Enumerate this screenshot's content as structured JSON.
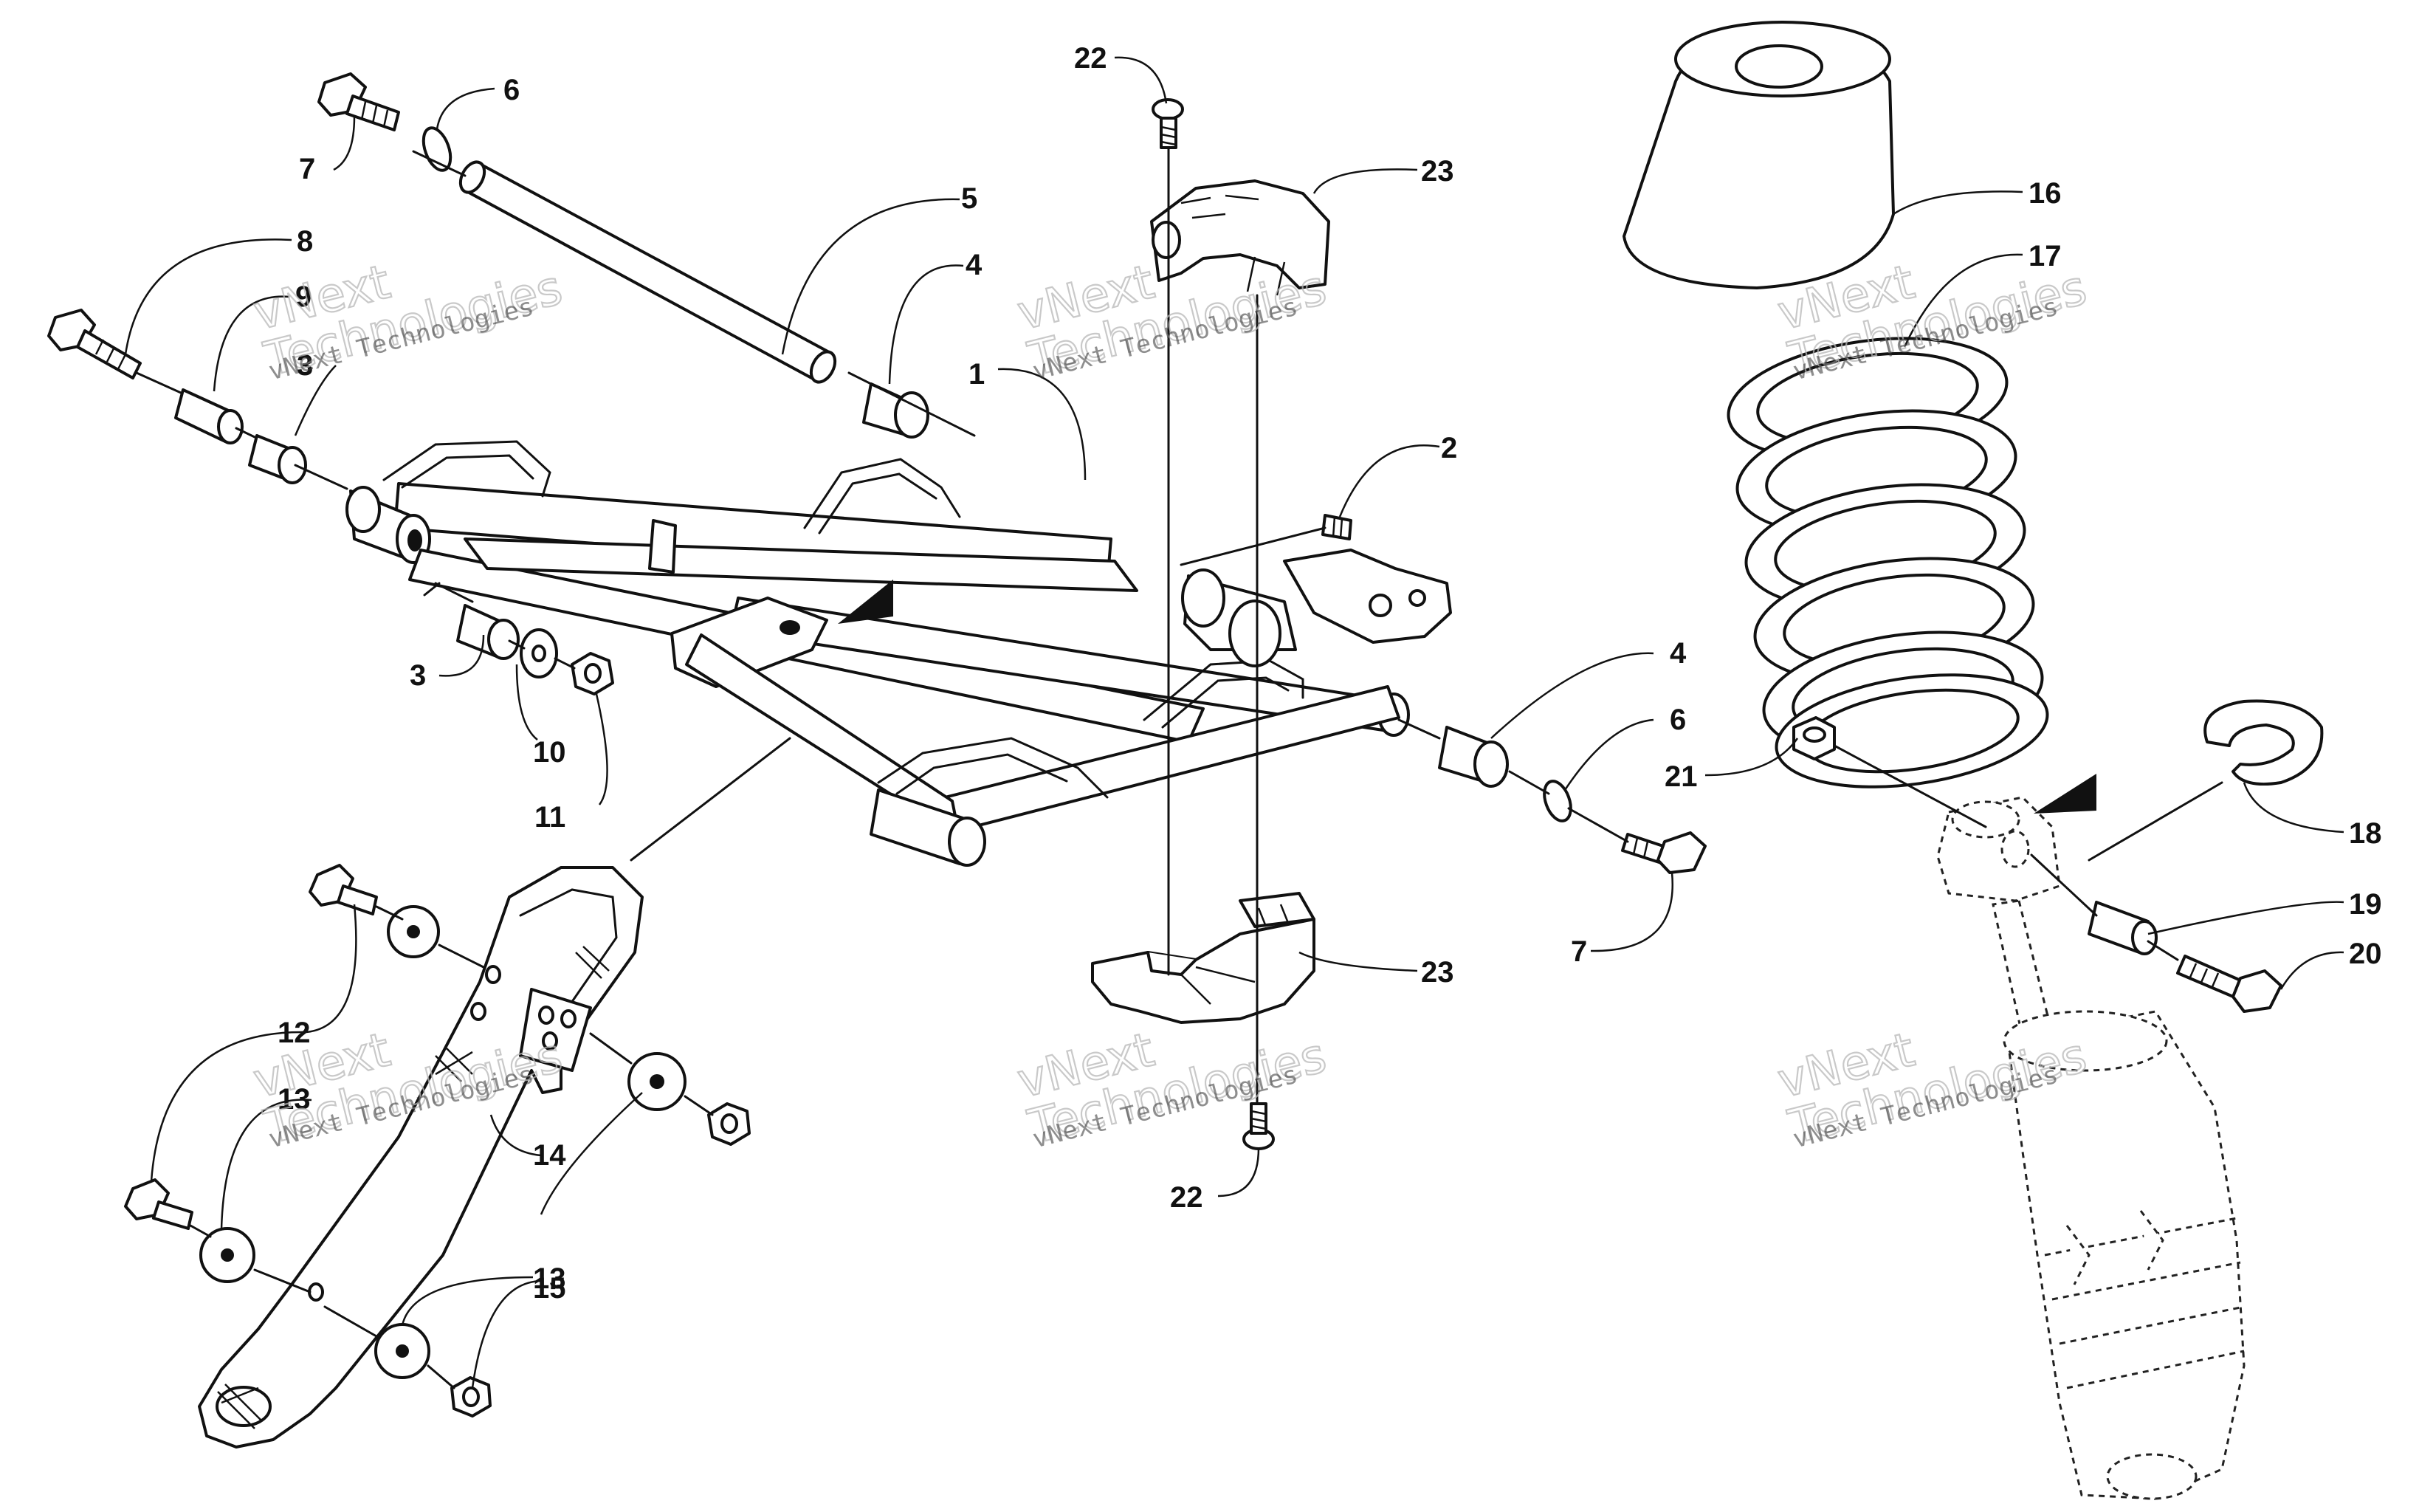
{
  "diagram": {
    "callouts": [
      "1",
      "2",
      "3",
      "3",
      "4",
      "4",
      "5",
      "6",
      "6",
      "7",
      "7",
      "8",
      "9",
      "10",
      "11",
      "12",
      "13",
      "13",
      "14",
      "15",
      "16",
      "17",
      "18",
      "19",
      "20",
      "21",
      "22",
      "22",
      "23",
      "23"
    ],
    "watermark": {
      "line1": "vNext Technologies",
      "line2": "vNext\nTechnologies"
    }
  }
}
